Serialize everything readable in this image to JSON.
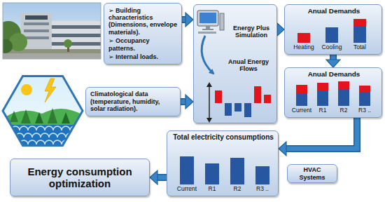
{
  "diagram": {
    "nodes": [
      {
        "text": [
          "➢ Building characteristics (Dimensions, envelope materials).",
          "➢ Occupancy patterns.",
          "➢ Internal loads."
        ]
      },
      {
        "text": [
          "Climatological data (temperature, humidity, solar radiation)."
        ]
      },
      {
        "text": [
          "Energy Plus Simulation",
          "Anual Energy Flows"
        ]
      },
      {
        "text": [
          "Anual Demands",
          "Heating",
          "Cooling",
          "Total"
        ]
      },
      {
        "text": [
          "Anual Demands",
          "Current",
          "R1",
          "R2",
          "R3 .."
        ]
      },
      {
        "text": [
          "HVAC Systems"
        ]
      },
      {
        "text": [
          "Total electricity consumptions",
          "Current",
          "R1",
          "R2",
          "R3 .."
        ]
      },
      {
        "text": [
          "Energy consumption optimization"
        ]
      }
    ],
    "edges": [
      {
        "from": 0,
        "to": 2,
        "arrow": "to"
      },
      {
        "from": 1,
        "to": 2,
        "arrow": "to"
      },
      {
        "from": 2,
        "to": 3,
        "arrow": "to"
      },
      {
        "from": 3,
        "to": 4,
        "arrow": "to"
      },
      {
        "from": 4,
        "to": 6,
        "arrow": "to"
      },
      {
        "from": 6,
        "to": 7,
        "arrow": "to"
      }
    ]
  }
}
